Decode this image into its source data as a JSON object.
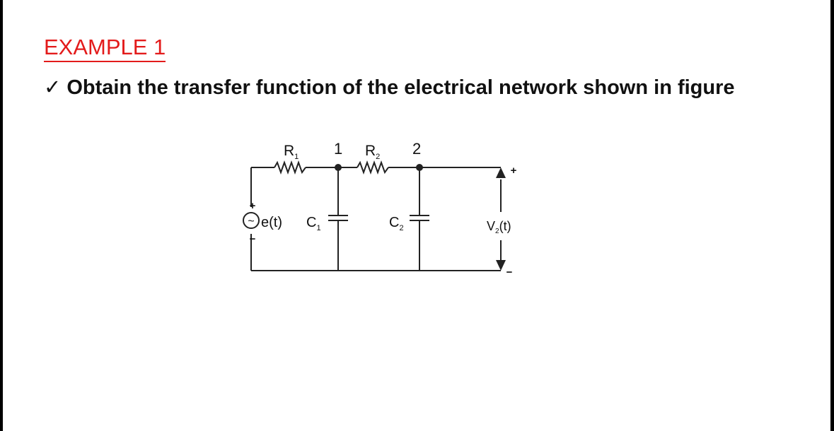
{
  "slide": {
    "title": "EXAMPLE 1",
    "bullet_icon": "checkmark-icon",
    "bullet_glyph": "✓",
    "bullet_text": "Obtain the transfer function of the electrical network shown in figure",
    "accent_color": "#e31b1b"
  },
  "circuit": {
    "labels": {
      "r1": "R",
      "r1_sub": "1",
      "r2": "R",
      "r2_sub": "2",
      "node1": "1",
      "node2": "2",
      "source": "e(t)",
      "c1": "C",
      "c1_sub": "1",
      "c2": "C",
      "c2_sub": "2",
      "output": "V",
      "output_sub": "2",
      "output_arg": "(t)",
      "plus": "+",
      "minus": "−",
      "source_symbol": "~"
    }
  }
}
